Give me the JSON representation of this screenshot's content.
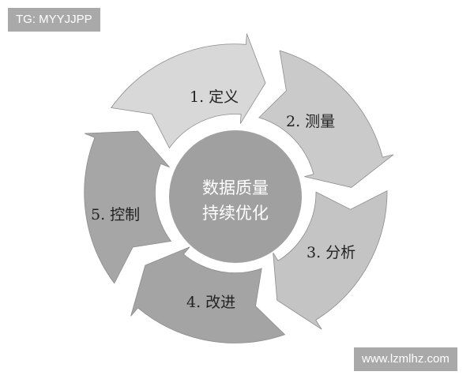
{
  "watermarks": {
    "top_left": "TG: MYYJJPP",
    "bottom_right": "www.lzmlhz.com"
  },
  "diagram": {
    "type": "cycle",
    "center": {
      "line1": "数据质量",
      "line2": "持续优化",
      "color": "#a0a0a0"
    },
    "segments": [
      {
        "label": "1. 定义",
        "color": "#d8d8d8",
        "start": 303,
        "end": 15
      },
      {
        "label": "2. 测量",
        "color": "#cacaca",
        "start": 15,
        "end": 87
      },
      {
        "label": "3. 分析",
        "color": "#c4c4c4",
        "start": 87,
        "end": 159
      },
      {
        "label": "4. 改进",
        "color": "#a4a4a4",
        "start": 159,
        "end": 231
      },
      {
        "label": "5. 控制",
        "color": "#a6a6a6",
        "start": 231,
        "end": 303
      }
    ]
  }
}
